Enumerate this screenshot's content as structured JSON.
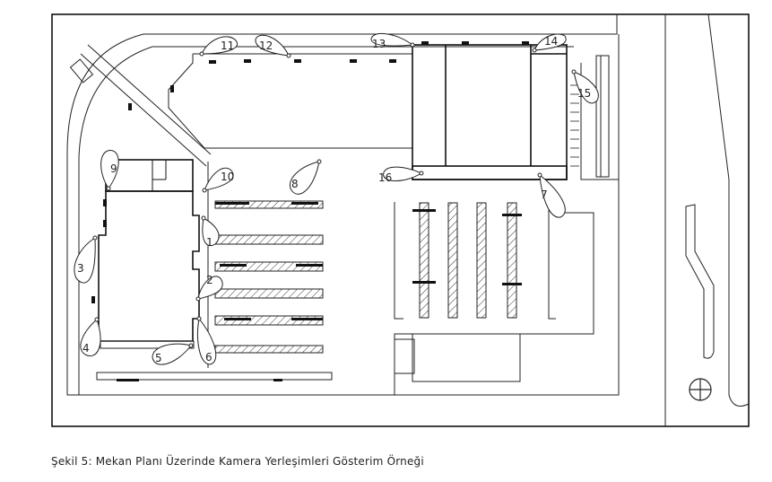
{
  "caption": "Şekil 5: Mekan Planı Üzerinde Kamera Yerleşimleri Gösterim Örneği",
  "cameras": [
    {
      "id": "cam-1",
      "label": "1"
    },
    {
      "id": "cam-2",
      "label": "2"
    },
    {
      "id": "cam-3",
      "label": "3"
    },
    {
      "id": "cam-4",
      "label": "4"
    },
    {
      "id": "cam-5",
      "label": "5"
    },
    {
      "id": "cam-6",
      "label": "6"
    },
    {
      "id": "cam-7",
      "label": "7"
    },
    {
      "id": "cam-8",
      "label": "8"
    },
    {
      "id": "cam-9",
      "label": "9"
    },
    {
      "id": "cam-10",
      "label": "10"
    },
    {
      "id": "cam-11",
      "label": "11"
    },
    {
      "id": "cam-12",
      "label": "12"
    },
    {
      "id": "cam-13",
      "label": "13"
    },
    {
      "id": "cam-14",
      "label": "14"
    },
    {
      "id": "cam-15",
      "label": "15"
    },
    {
      "id": "cam-16",
      "label": "16"
    }
  ]
}
